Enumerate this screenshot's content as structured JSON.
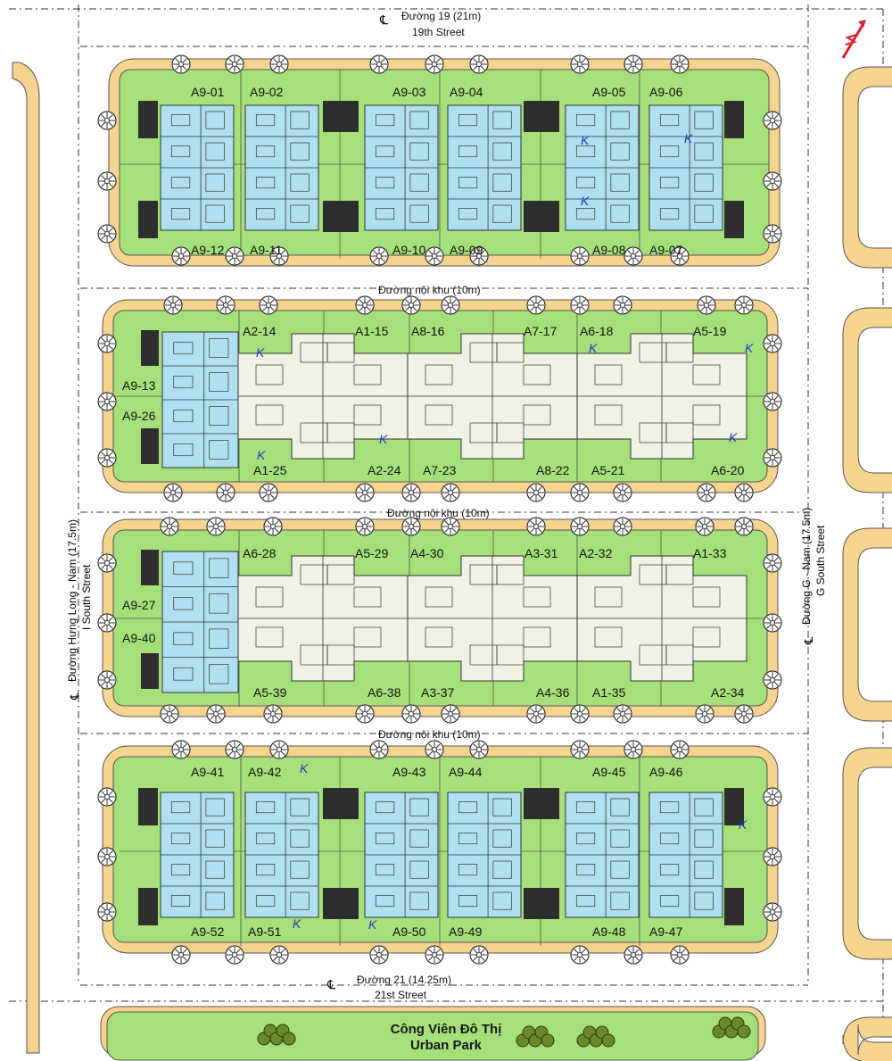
{
  "map": {
    "colors": {
      "lot_green": "#a6e07a",
      "pavement": "#f6d38e",
      "villa_blue": "#aee0f2",
      "apartment_cream": "#f1f1e4",
      "dark_block": "#2e2e2e",
      "north_arrow": "#e0202a",
      "background": "#ffffff"
    },
    "north_arrow": {
      "label": "N",
      "icon": "north-arrow-icon"
    },
    "streets": {
      "north": {
        "name": "Đường 19 (21m)",
        "name_en": "19th Street",
        "centerline": "℄"
      },
      "south": {
        "name": "Đường 21 (14.25m)",
        "name_en": "21st Street",
        "centerline": "℄"
      },
      "west": {
        "name": "Đường Hưng Long - Nam (17.5m)",
        "name_en": "I South Street",
        "centerline": "℄"
      },
      "east": {
        "name": "Đường G - Nam (17.5m)",
        "name_en": "G South Street",
        "centerline": "℄"
      },
      "internal_1": "Đường nội khu (10m)",
      "internal_2": "Đường nội khu (10m)",
      "internal_3": "Đường nội khu (10m)"
    },
    "park": {
      "name_vi": "Công Viên Đô Thị",
      "name_en": "Urban Park"
    },
    "blocks": [
      {
        "id": "block-1",
        "lots": [
          "A9-01",
          "A9-02",
          "A9-03",
          "A9-04",
          "A9-05",
          "A9-06",
          "A9-12",
          "A9-11",
          "A9-10",
          "A9-09",
          "A9-08",
          "A9-07"
        ]
      },
      {
        "id": "block-2",
        "lots": [
          "A9-13",
          "A9-26",
          "A2-14",
          "A1-15",
          "A8-16",
          "A7-17",
          "A6-18",
          "A5-19",
          "A1-25",
          "A2-24",
          "A7-23",
          "A8-22",
          "A5-21",
          "A6-20"
        ]
      },
      {
        "id": "block-3",
        "lots": [
          "A9-27",
          "A9-40",
          "A6-28",
          "A5-29",
          "A4-30",
          "A3-31",
          "A2-32",
          "A1-33",
          "A5-39",
          "A6-38",
          "A3-37",
          "A4-36",
          "A1-35",
          "A2-34"
        ]
      },
      {
        "id": "block-4",
        "lots": [
          "A9-41",
          "A9-42",
          "A9-43",
          "A9-44",
          "A9-45",
          "A9-46",
          "A9-52",
          "A9-51",
          "A9-50",
          "A9-49",
          "A9-48",
          "A9-47"
        ]
      }
    ],
    "handwritten_mark": "K"
  }
}
